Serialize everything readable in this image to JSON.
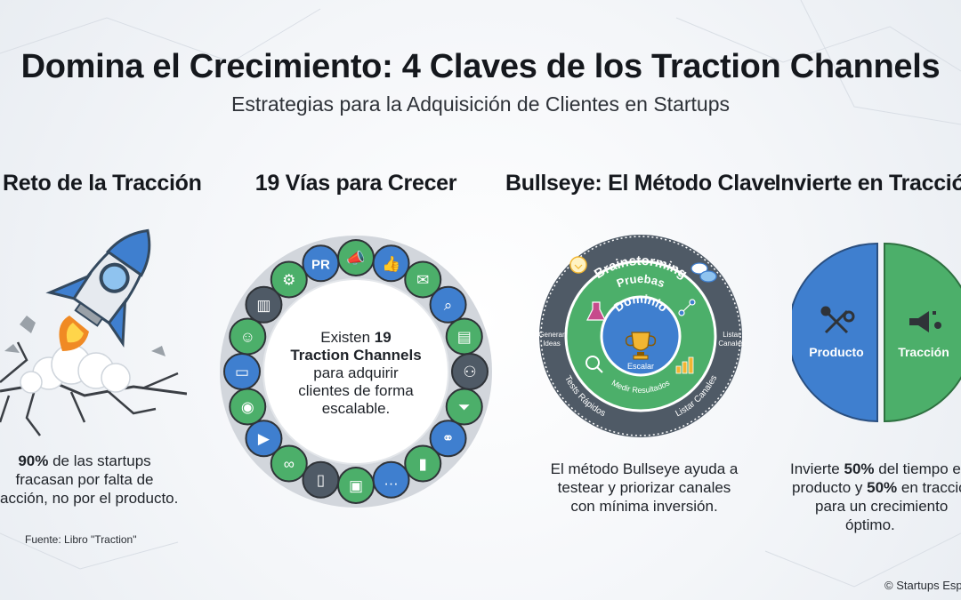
{
  "header": {
    "title": "Domina el Crecimiento: 4 Claves de los Traction Channels",
    "subtitle": "Estrategias para la Adquisición de Clientes en Startups"
  },
  "sections": {
    "reto": {
      "title": "El Reto de la Tracción",
      "stat": "90%",
      "text_1": " de las startups",
      "text_2": "fracasan por falta de",
      "text_3": "tracción, no por el producto.",
      "source": "Fuente: Libro \"Traction\""
    },
    "vias": {
      "title": "19 Vías para Crecer",
      "center_1": "Existen ",
      "center_count": "19",
      "center_2": "Traction Channels",
      "center_3": "para adquirir",
      "center_4": "clientes de forma",
      "center_5": "escalable.",
      "pr_label": "PR",
      "channel_icons": [
        "megaphone-icon",
        "thumbs-up-icon",
        "mail-icon",
        "search-icon",
        "book-icon",
        "network-icon",
        "funnel-icon",
        "handshake-icon",
        "podium-icon",
        "chat-icon",
        "ad-icon",
        "mobile-icon",
        "link-icon",
        "video-icon",
        "podcast-icon",
        "billboard-icon",
        "presenter-icon",
        "analytics-icon",
        "gear-icon",
        "pr-icon"
      ]
    },
    "bullseye": {
      "title": "Bullseye: El Método Clave",
      "ring_outer": "Brainstorming",
      "ring_outer_left_1": "Generar",
      "ring_outer_left_2": "Ideas",
      "ring_outer_right_1": "Listar",
      "ring_outer_right_2": "Canales",
      "ring_outer_bottom_left": "Tests Rápidos",
      "ring_outer_bottom_right": "Listar Canales",
      "ring_middle": "Pruebas",
      "ring_middle_bottom": "Medir Resultados",
      "ring_inner": "Dominio",
      "ring_inner_bottom": "Escalar",
      "caption_1": "El método Bullseye ayuda a",
      "caption_2": "testear y priorizar canales",
      "caption_3": "con mínima inversión."
    },
    "invierte": {
      "title": "Invierte en Tracción",
      "left_label": "Producto",
      "right_label": "Tracción",
      "caption_a": "Invierte ",
      "pct_1": "50%",
      "caption_b": " del tiempo en",
      "caption_c": "producto y ",
      "pct_2": "50%",
      "caption_d": " en tracción",
      "caption_e": "para un crecimiento",
      "caption_f": "óptimo."
    }
  },
  "footer": {
    "copyright": "© Startups España"
  },
  "colors": {
    "blue": "#3f7fcf",
    "green": "#4caf6a",
    "dark_ring": "#4f5a66",
    "gold": "#f2b632",
    "flame": "#f08a24"
  }
}
